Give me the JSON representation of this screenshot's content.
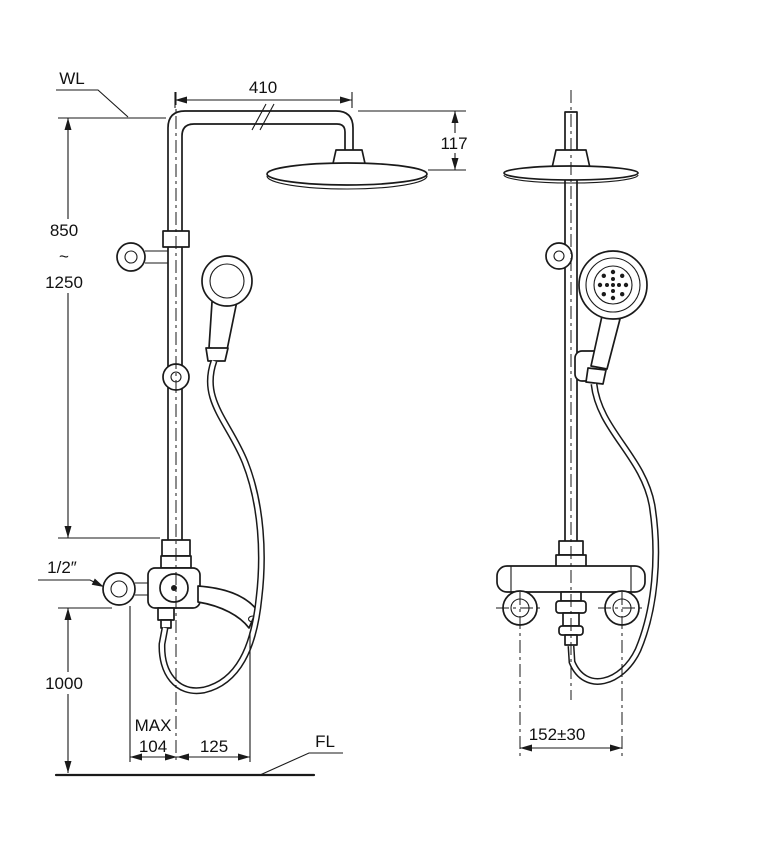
{
  "page": {
    "background_color": "#ffffff",
    "line_color": "#1a1a1a"
  },
  "labels": {
    "water_line": "WL",
    "floor_line": "FL",
    "inlet_size": "1/2″"
  },
  "dimensions": {
    "arm_reach": "410",
    "head_drop": "117",
    "riser_height_min": "850",
    "riser_height_tilde": "~",
    "riser_height_max": "1250",
    "mixer_height": "1000",
    "wall_clearance_label": "MAX",
    "wall_clearance_value": "104",
    "spout_reach": "125",
    "inlet_centres": "152±30"
  }
}
